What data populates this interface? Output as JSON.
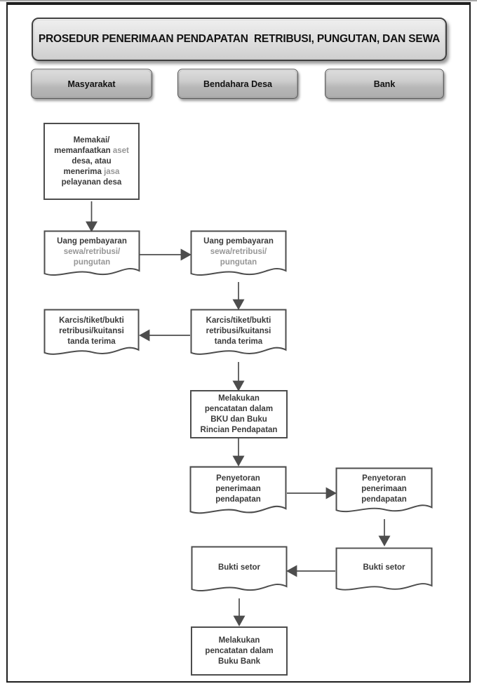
{
  "page": {
    "title": "PROSEDUR PENERIMAAN PENDAPATAN  RETRIBUSI, PUNGUTAN, DAN SEWA"
  },
  "lanes": [
    {
      "id": "masyarakat",
      "label": "Masyarakat"
    },
    {
      "id": "bendahara_desa",
      "label": "Bendahara Desa"
    },
    {
      "id": "bank",
      "label": "Bank"
    }
  ],
  "nodes": {
    "memakai": {
      "shape": "process",
      "lane": "masyarakat",
      "lines": [
        [
          {
            "t": "Memakai/"
          }
        ],
        [
          {
            "t": "memanfaatkan "
          },
          {
            "t": "aset",
            "muted": true
          }
        ],
        [
          {
            "t": "desa, atau"
          }
        ],
        [
          {
            "t": "menerima "
          },
          {
            "t": "jasa",
            "muted": true
          }
        ],
        [
          {
            "t": "pelayanan desa"
          }
        ]
      ]
    },
    "uang_masyarakat": {
      "shape": "document",
      "lane": "masyarakat",
      "lines": [
        [
          {
            "t": "Uang pembayaran"
          }
        ],
        [
          {
            "t": "sewa/retribusi/",
            "muted": true
          }
        ],
        [
          {
            "t": "pungutan",
            "muted": true
          }
        ]
      ]
    },
    "uang_bendahara": {
      "shape": "document",
      "lane": "bendahara_desa",
      "lines": [
        [
          {
            "t": "Uang pembayaran"
          }
        ],
        [
          {
            "t": "sewa/retribusi/",
            "muted": true
          }
        ],
        [
          {
            "t": "pungutan",
            "muted": true
          }
        ]
      ]
    },
    "karcis_masyarakat": {
      "shape": "document",
      "lane": "masyarakat",
      "lines": [
        [
          {
            "t": "Karcis/tiket/bukti"
          }
        ],
        [
          {
            "t": "retribusi/kuitansi"
          }
        ],
        [
          {
            "t": "tanda terima"
          }
        ]
      ]
    },
    "karcis_bendahara": {
      "shape": "document",
      "lane": "bendahara_desa",
      "lines": [
        [
          {
            "t": "Karcis/tiket/bukti"
          }
        ],
        [
          {
            "t": "retribusi/kuitansi"
          }
        ],
        [
          {
            "t": "tanda terima"
          }
        ]
      ]
    },
    "catat_bku": {
      "shape": "process",
      "lane": "bendahara_desa",
      "lines": [
        [
          {
            "t": "Melakukan"
          }
        ],
        [
          {
            "t": "pencatatan dalam"
          }
        ],
        [
          {
            "t": "BKU dan Buku"
          }
        ],
        [
          {
            "t": "Rincian Pendapatan"
          }
        ]
      ]
    },
    "penyetoran_bendahara": {
      "shape": "document",
      "lane": "bendahara_desa",
      "lines": [
        [
          {
            "t": "Penyetoran"
          }
        ],
        [
          {
            "t": "penerimaan"
          }
        ],
        [
          {
            "t": "pendapatan"
          }
        ]
      ]
    },
    "penyetoran_bank": {
      "shape": "document",
      "lane": "bank",
      "lines": [
        [
          {
            "t": "Penyetoran"
          }
        ],
        [
          {
            "t": "penerimaan"
          }
        ],
        [
          {
            "t": "pendapatan"
          }
        ]
      ]
    },
    "bukti_setor_bendahara": {
      "shape": "document",
      "lane": "bendahara_desa",
      "lines": [
        [
          {
            "t": "Bukti setor"
          }
        ]
      ]
    },
    "bukti_setor_bank": {
      "shape": "document",
      "lane": "bank",
      "lines": [
        [
          {
            "t": "Bukti setor"
          }
        ]
      ]
    },
    "catat_buku_bank": {
      "shape": "process",
      "lane": "bendahara_desa",
      "lines": [
        [
          {
            "t": "Melakukan"
          }
        ],
        [
          {
            "t": "pencatatan dalam"
          }
        ],
        [
          {
            "t": "Buku Bank"
          }
        ]
      ]
    }
  },
  "edges": [
    {
      "from": "memakai",
      "to": "uang_masyarakat"
    },
    {
      "from": "uang_masyarakat",
      "to": "uang_bendahara"
    },
    {
      "from": "uang_bendahara",
      "to": "karcis_bendahara"
    },
    {
      "from": "karcis_bendahara",
      "to": "karcis_masyarakat"
    },
    {
      "from": "karcis_bendahara",
      "to": "catat_bku"
    },
    {
      "from": "catat_bku",
      "to": "penyetoran_bendahara"
    },
    {
      "from": "penyetoran_bendahara",
      "to": "penyetoran_bank"
    },
    {
      "from": "penyetoran_bank",
      "to": "bukti_setor_bank"
    },
    {
      "from": "bukti_setor_bank",
      "to": "bukti_setor_bendahara"
    },
    {
      "from": "bukti_setor_bendahara",
      "to": "catat_buku_bank"
    }
  ],
  "colors": {
    "shape_border": "#4d4d4d",
    "text_dark": "#3a3a3a",
    "text_muted": "#969696",
    "frame_border": "#1e1e1e",
    "banner_face": "#dedede",
    "button_face": "#c4c4c4"
  }
}
